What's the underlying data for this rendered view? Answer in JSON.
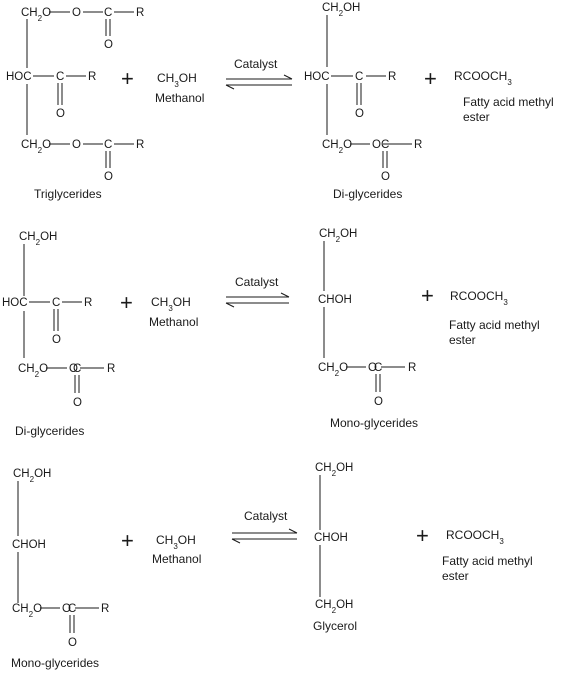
{
  "reactions": [
    {
      "reactant": {
        "top": "CH2O",
        "middle": "HOC",
        "bottom": "CH2O",
        "caption": "Triglycerides"
      },
      "methanol": {
        "formula": "CH3OH",
        "name": "Methanol"
      },
      "catalyst": "Catalyst",
      "product": {
        "top": "CH2OH",
        "middle": "HOC",
        "bottom": "CH2O",
        "caption": "Di-glycerides"
      },
      "byproduct": {
        "formula": "RCOOCH3",
        "name_line1": "Fatty acid methyl",
        "name_line2": "ester"
      }
    },
    {
      "reactant": {
        "top": "CH2OH",
        "middle": "HOC",
        "bottom": "CH2O",
        "caption": "Di-glycerides"
      },
      "methanol": {
        "formula": "CH3OH",
        "name": "Methanol"
      },
      "catalyst": "Catalyst",
      "product": {
        "top": "CH2OH",
        "middle": "CHOH",
        "bottom": "CH2O",
        "caption": "Mono-glycerides"
      },
      "byproduct": {
        "formula": "RCOOCH3",
        "name_line1": "Fatty acid methyl",
        "name_line2": "ester"
      }
    },
    {
      "reactant": {
        "top": "CH2OH",
        "middle": "CHOH",
        "bottom": "CH2O",
        "caption": "Mono-glycerides"
      },
      "methanol": {
        "formula": "CH3OH",
        "name": "Methanol"
      },
      "catalyst": "Catalyst",
      "product": {
        "top": "CH2OH",
        "middle": "CHOH",
        "bottom": "CH2OH",
        "caption": "Glycerol"
      },
      "byproduct": {
        "formula": "RCOOCH3",
        "name_line1": "Fatty acid methyl",
        "name_line2": "ester"
      }
    }
  ],
  "symbols": {
    "carbonyl_c": "C",
    "carbonyl_o": "O",
    "chain": "R",
    "ester_o": "O",
    "plus": "+"
  }
}
